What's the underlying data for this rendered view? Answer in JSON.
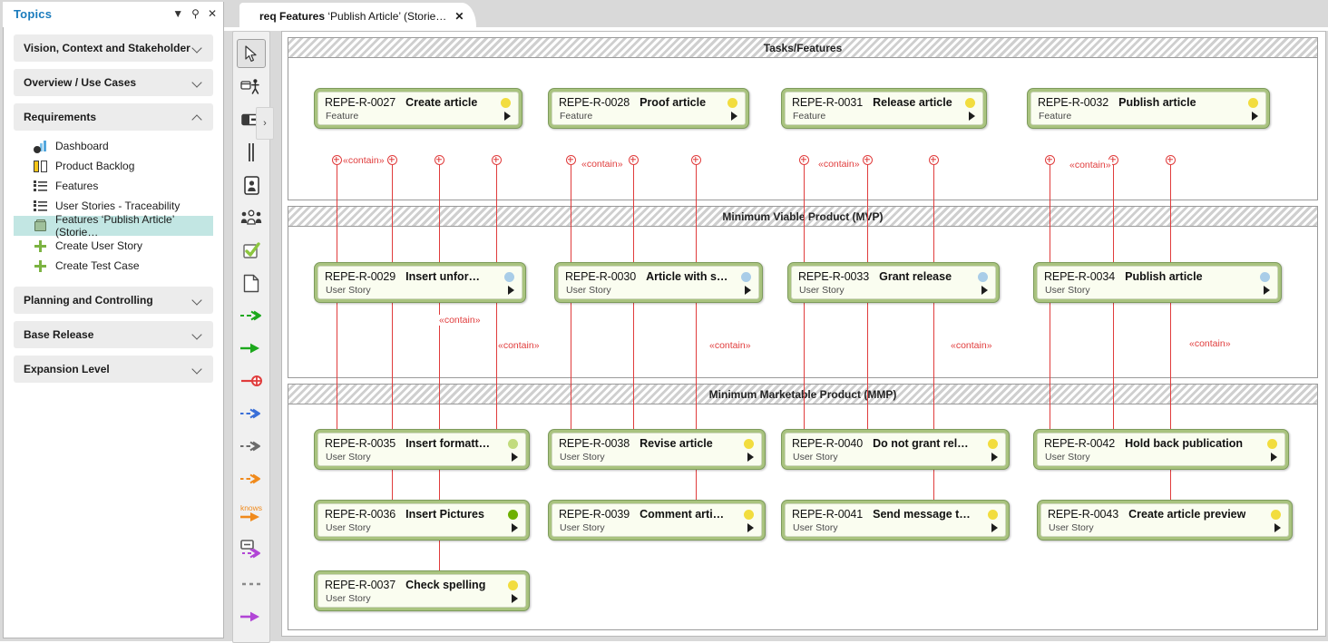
{
  "left_panel": {
    "tab_label": "Topics",
    "controls": [
      {
        "name": "dropdown-icon",
        "glyph": "▼"
      },
      {
        "name": "pin-icon",
        "glyph": "📌"
      },
      {
        "name": "close-icon",
        "glyph": "✕"
      }
    ],
    "sections": [
      {
        "title": "Vision, Context and Stakeholder",
        "expanded": false
      },
      {
        "title": "Overview / Use Cases",
        "expanded": false
      },
      {
        "title": "Requirements",
        "expanded": true,
        "items": [
          {
            "label": "Dashboard",
            "icon": "dashboard-icon",
            "selected": false
          },
          {
            "label": "Product Backlog",
            "icon": "backlog-icon",
            "selected": false
          },
          {
            "label": "Features",
            "icon": "list-icon",
            "selected": false
          },
          {
            "label": "User Stories - Traceability",
            "icon": "list-icon",
            "selected": false
          },
          {
            "label": "Features ‘Publish Article’ (Storie…",
            "icon": "folder-icon",
            "selected": true
          },
          {
            "label": "Create User Story",
            "icon": "plus-icon",
            "selected": false
          },
          {
            "label": "Create Test Case",
            "icon": "plus-icon",
            "selected": false
          }
        ]
      },
      {
        "title": "Planning and Controlling",
        "expanded": false
      },
      {
        "title": "Base Release",
        "expanded": false
      },
      {
        "title": "Expansion Level",
        "expanded": false
      }
    ]
  },
  "document_tab": {
    "prefix": "req Features",
    "title": " ‘Publish Article’ (Storie…",
    "close_label": "✕"
  },
  "toolbar": {
    "flyout_label": "›",
    "tools": [
      {
        "name": "pointer-tool",
        "active": true
      },
      {
        "name": "actor-tool",
        "active": false
      },
      {
        "name": "package-tool",
        "active": false
      },
      {
        "name": "boundary-tool",
        "active": false
      },
      {
        "name": "stakeholder-tool",
        "active": false
      },
      {
        "name": "group-tool",
        "active": false
      },
      {
        "name": "test-case-tool",
        "active": false
      },
      {
        "name": "document-tool",
        "active": false
      },
      {
        "name": "dashed-green-arrow-tool",
        "active": false
      },
      {
        "name": "green-arrow-tool",
        "active": false
      },
      {
        "name": "red-crossed-link-tool",
        "active": false
      },
      {
        "name": "blue-dashed-arrow-tool",
        "active": false
      },
      {
        "name": "grey-dashed-arrow-tool",
        "active": false
      },
      {
        "name": "orange-dashed-arrow-tool",
        "active": false
      },
      {
        "name": "knows-arrow-tool",
        "label": "knows",
        "active": false
      },
      {
        "name": "purple-note-arrow-tool",
        "active": false
      },
      {
        "name": "dotted-line-tool",
        "active": false
      },
      {
        "name": "purple-arrow-tool",
        "active": false
      }
    ]
  },
  "diagram": {
    "connector_label": "«contain»",
    "bands": [
      {
        "name": "tasks-features-band",
        "title": "Tasks/Features"
      },
      {
        "name": "mvp-band",
        "title": "Minimum Viable Product (MVP)"
      },
      {
        "name": "mmp-band",
        "title": "Minimum Marketable Product (MMP)"
      }
    ],
    "nodes": [
      {
        "id": "REPE-R-0027",
        "name": "Create article",
        "type": "Feature",
        "status": "yellow"
      },
      {
        "id": "REPE-R-0028",
        "name": "Proof article",
        "type": "Feature",
        "status": "yellow"
      },
      {
        "id": "REPE-R-0031",
        "name": "Release article",
        "type": "Feature",
        "status": "yellow"
      },
      {
        "id": "REPE-R-0032",
        "name": "Publish article",
        "type": "Feature",
        "status": "yellow"
      },
      {
        "id": "REPE-R-0029",
        "name": "Insert unfor…",
        "type": "User Story",
        "status": "blue"
      },
      {
        "id": "REPE-R-0030",
        "name": "Article with s…",
        "type": "User Story",
        "status": "blue"
      },
      {
        "id": "REPE-R-0033",
        "name": "Grant release",
        "type": "User Story",
        "status": "blue"
      },
      {
        "id": "REPE-R-0034",
        "name": "Publish article",
        "type": "User Story",
        "status": "blue"
      },
      {
        "id": "REPE-R-0035",
        "name": "Insert formatt…",
        "type": "User Story",
        "status": "lightgreen"
      },
      {
        "id": "REPE-R-0036",
        "name": "Insert Pictures",
        "type": "User Story",
        "status": "green"
      },
      {
        "id": "REPE-R-0037",
        "name": "Check spelling",
        "type": "User Story",
        "status": "yellow"
      },
      {
        "id": "REPE-R-0038",
        "name": "Revise article",
        "type": "User Story",
        "status": "yellow"
      },
      {
        "id": "REPE-R-0039",
        "name": "Comment arti…",
        "type": "User Story",
        "status": "yellow"
      },
      {
        "id": "REPE-R-0040",
        "name": "Do not grant rel…",
        "type": "User Story",
        "status": "yellow"
      },
      {
        "id": "REPE-R-0041",
        "name": "Send message t…",
        "type": "User Story",
        "status": "yellow"
      },
      {
        "id": "REPE-R-0042",
        "name": "Hold back publication",
        "type": "User Story",
        "status": "yellow"
      },
      {
        "id": "REPE-R-0043",
        "name": "Create article preview",
        "type": "User Story",
        "status": "yellow"
      }
    ],
    "status_colors": {
      "yellow": "#f2dd3e",
      "blue": "#a9cde8",
      "green": "#6db000",
      "lightgreen": "#c2dc7d"
    },
    "accent_colors": {
      "connector": "#e03c3c",
      "node_border": "#7d9b5b",
      "node_fill": "#a9c37f",
      "node_inner": "#fafdf0",
      "tab_text": "#1a7bbd",
      "selection": "#c2e6e3"
    }
  }
}
